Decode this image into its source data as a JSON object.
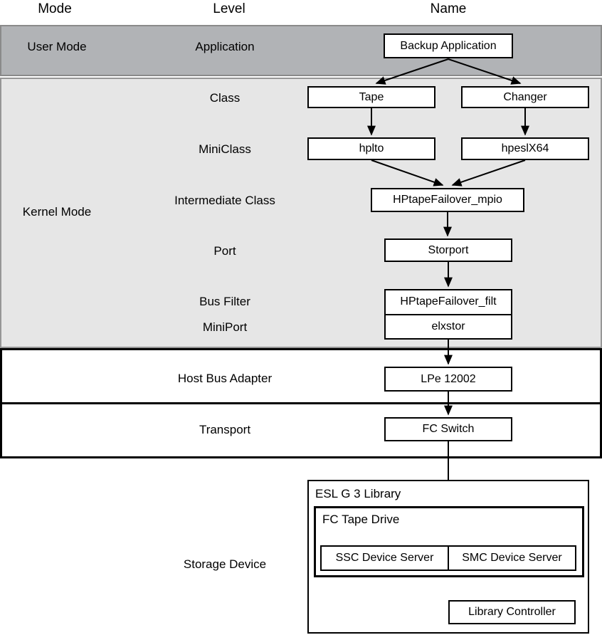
{
  "column_headers": {
    "mode": "Mode",
    "level": "Level",
    "name": "Name"
  },
  "mode_labels": {
    "user": "User Mode",
    "kernel": "Kernel Mode"
  },
  "level_labels": {
    "application": "Application",
    "class": "Class",
    "miniclass": "MiniClass",
    "intermediate_class": "Intermediate Class",
    "port": "Port",
    "bus_filter": "Bus Filter",
    "miniport": "MiniPort",
    "host_bus_adapter": "Host Bus Adapter",
    "transport": "Transport",
    "storage_device": "Storage Device"
  },
  "nodes": {
    "backup_application": "Backup Application",
    "tape": "Tape",
    "changer": "Changer",
    "hplto": "hplto",
    "hpeslx64": "hpeslX64",
    "intermediate": "HPtapeFailover_mpio",
    "port": "Storport",
    "bus_filter": "HPtapeFailover_filt",
    "miniport": "elxstor",
    "hba": "LPe 12002",
    "transport": "FC Switch",
    "library": "ESL G 3 Library",
    "tape_drive": "FC Tape Drive",
    "ssc": "SSC Device Server",
    "smc": "SMC Device Server",
    "library_controller": "Library Controller"
  },
  "colors": {
    "user_band_fill": "#b1b3b6",
    "user_band_border": "#8a8a8a",
    "kernel_band_fill": "#e6e6e6",
    "kernel_band_border": "#969696",
    "box_fill": "#ffffff",
    "box_border": "#000000",
    "arrow": "#000000"
  }
}
